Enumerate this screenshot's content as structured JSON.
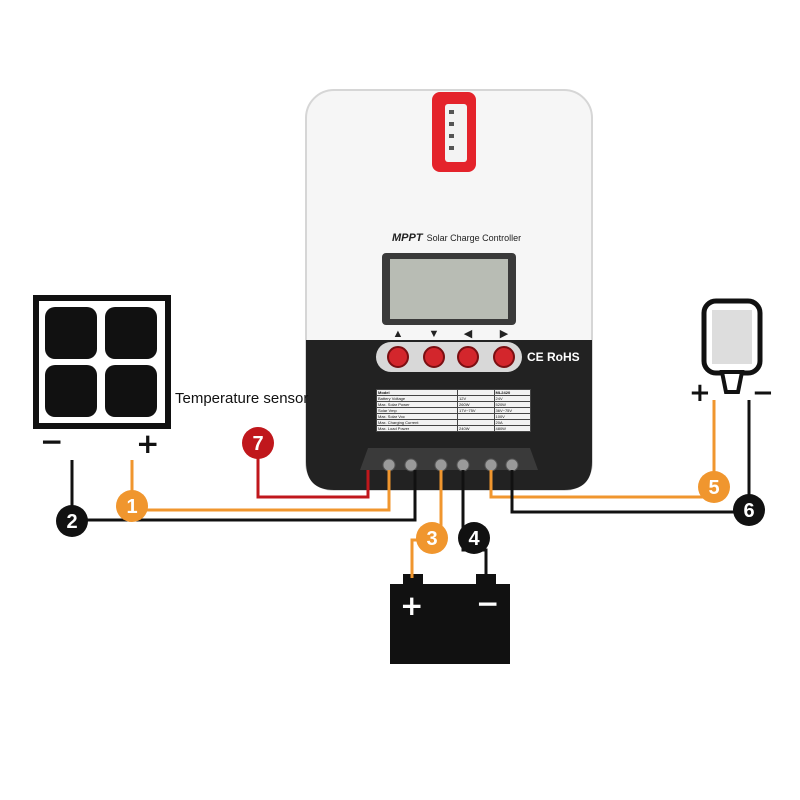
{
  "controller": {
    "brand": "MPPT",
    "product_name": "Solar Charge Controller",
    "certification": "CE RoHS",
    "button_arrows": [
      "▲",
      "▼",
      "◀",
      "▶"
    ]
  },
  "spec_table": {
    "header": [
      "Model",
      "",
      "ML2420"
    ],
    "rows": [
      [
        "Battery Voltage",
        "12V",
        "24V"
      ],
      [
        "Max. Solar Power",
        "260W",
        "520W"
      ],
      [
        "Solar Vmp",
        "17V~75V",
        "36V~75V"
      ],
      [
        "Max. Solar Voc",
        "",
        "100V"
      ],
      [
        "Max. Charging Current",
        "",
        "20A"
      ],
      [
        "Max. Load Power",
        "240W",
        "480W"
      ]
    ]
  },
  "labels": {
    "temperature_sensor": "Temperature sensor",
    "panel_minus": "−",
    "panel_plus": "+",
    "battery_plus": "+",
    "battery_minus": "−",
    "load_plus": "+",
    "load_minus": "−"
  },
  "markers": [
    {
      "num": "1",
      "color": "#f0962e"
    },
    {
      "num": "2",
      "color": "#111111"
    },
    {
      "num": "3",
      "color": "#f0962e"
    },
    {
      "num": "4",
      "color": "#111111"
    },
    {
      "num": "5",
      "color": "#f0962e"
    },
    {
      "num": "6",
      "color": "#111111"
    },
    {
      "num": "7",
      "color": "#c0171c"
    }
  ]
}
